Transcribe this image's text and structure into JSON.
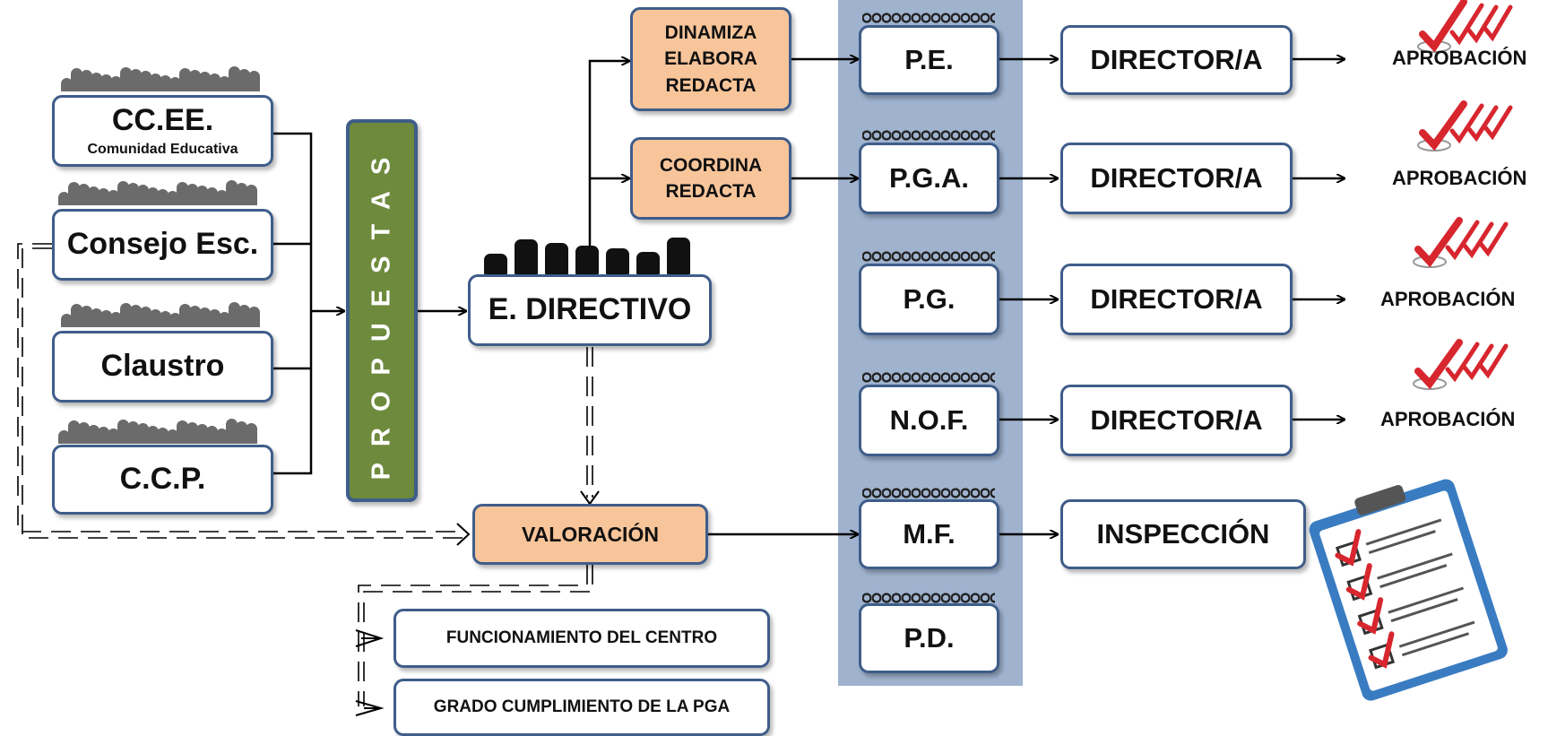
{
  "sources": [
    {
      "label": "CC.EE.",
      "sublabel": "Comunidad Educativa"
    },
    {
      "label": "Consejo Esc."
    },
    {
      "label": "Claustro"
    },
    {
      "label": "C.C.P."
    }
  ],
  "propuestas": "PROPUESTAS",
  "equipo_directivo": "E. DIRECTIVO",
  "tasks": {
    "dinamiza": [
      "DINAMIZA",
      "ELABORA",
      "REDACTA"
    ],
    "coordina": [
      "COORDINA",
      "REDACTA"
    ]
  },
  "valoracion": "VALORACIÓN",
  "valoracion_outputs": [
    "FUNCIONAMIENTO DEL CENTRO",
    "GRADO CUMPLIMIENTO DE LA PGA"
  ],
  "documents": [
    "P.E.",
    "P.G.A.",
    "P.G.",
    "N.O.F.",
    "M.F.",
    "P.D."
  ],
  "approvers": [
    "DIRECTOR/A",
    "DIRECTOR/A",
    "DIRECTOR/A",
    "DIRECTOR/A",
    "INSPECCIÓN"
  ],
  "outcome": [
    "APROBACIÓN",
    "APROBACIÓN",
    "APROBACIÓN",
    "APROBACIÓN"
  ],
  "icons": {
    "crowd": "crowd-icon",
    "check": "checkmark-icon",
    "checklist": "clipboard-checklist-icon",
    "spiral": "notebook-spiral-icon"
  },
  "colors": {
    "box_border": "#3f5d8a",
    "orange_fill": "#f8c59a",
    "green_fill": "#6e8a3c",
    "panel_blue": "#9fb3cf",
    "check_red": "#d7262e"
  }
}
